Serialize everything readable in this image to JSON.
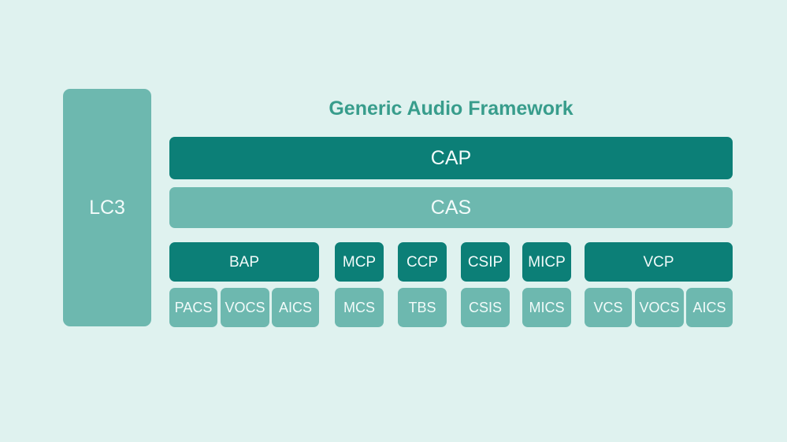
{
  "diagram": {
    "title": "Generic Audio Framework",
    "background_color": "#dff2ef",
    "title_color": "#389d8c",
    "dark_block_color": "#0c7f77",
    "light_block_color": "#6db8af",
    "label_text_color": "#f2fbfa",
    "codec": {
      "label": "LC3"
    },
    "top_layers": [
      {
        "label": "CAP",
        "style": "dark"
      },
      {
        "label": "CAS",
        "style": "light"
      }
    ],
    "profiles": [
      {
        "label": "BAP",
        "style": "dark"
      },
      {
        "label": "MCP",
        "style": "dark"
      },
      {
        "label": "CCP",
        "style": "dark"
      },
      {
        "label": "CSIP",
        "style": "dark"
      },
      {
        "label": "MICP",
        "style": "dark"
      },
      {
        "label": "VCP",
        "style": "dark"
      }
    ],
    "services": [
      {
        "label": "PACS",
        "style": "light"
      },
      {
        "label": "VOCS",
        "style": "light"
      },
      {
        "label": "AICS",
        "style": "light"
      },
      {
        "label": "MCS",
        "style": "light"
      },
      {
        "label": "TBS",
        "style": "light"
      },
      {
        "label": "CSIS",
        "style": "light"
      },
      {
        "label": "MICS",
        "style": "light"
      },
      {
        "label": "VCS",
        "style": "light"
      },
      {
        "label": "VOCS",
        "style": "light"
      },
      {
        "label": "AICS",
        "style": "light"
      }
    ]
  }
}
